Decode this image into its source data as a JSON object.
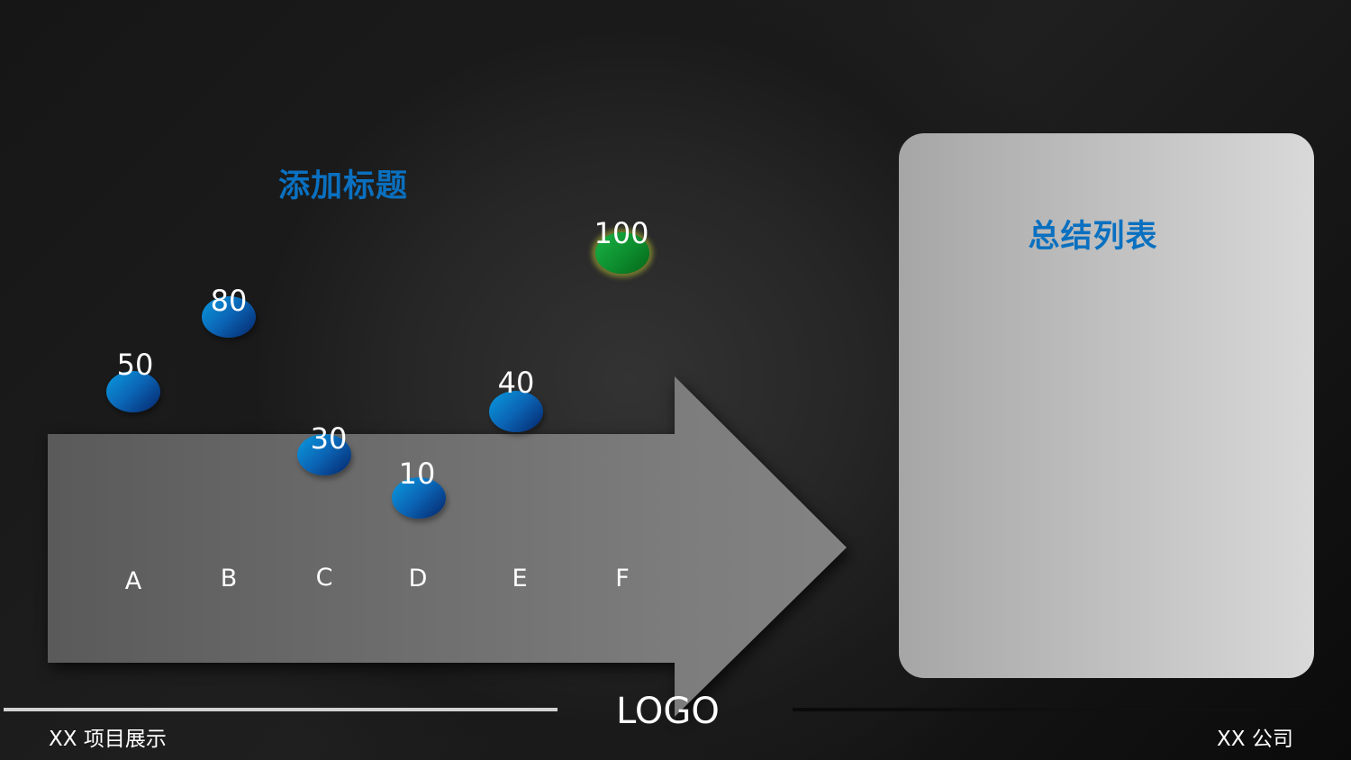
{
  "slide": {
    "title": "添加标题",
    "summary_title": "总结列表",
    "logo": "LOGO",
    "footer_left": "XX 项目展示",
    "footer_right": "XX 公司",
    "colors": {
      "title": "#0a70c0",
      "ball_blue": "#0b64b4",
      "ball_highlight": "#0d8d2e",
      "arrow": "#6e6e6e",
      "card": "#bdbdbd"
    }
  },
  "points": [
    {
      "category": "A",
      "value": "50"
    },
    {
      "category": "B",
      "value": "80"
    },
    {
      "category": "C",
      "value": "30"
    },
    {
      "category": "D",
      "value": "10"
    },
    {
      "category": "E",
      "value": "40"
    },
    {
      "category": "F",
      "value": "100"
    }
  ],
  "chart_data": {
    "type": "scatter",
    "title": "添加标题",
    "categories": [
      "A",
      "B",
      "C",
      "D",
      "E",
      "F"
    ],
    "values": [
      50,
      80,
      30,
      10,
      40,
      100
    ],
    "highlight": {
      "category": "F",
      "value": 100,
      "color": "#0d8d2e"
    },
    "xlabel": "",
    "ylabel": "",
    "grid": false,
    "legend": null
  }
}
